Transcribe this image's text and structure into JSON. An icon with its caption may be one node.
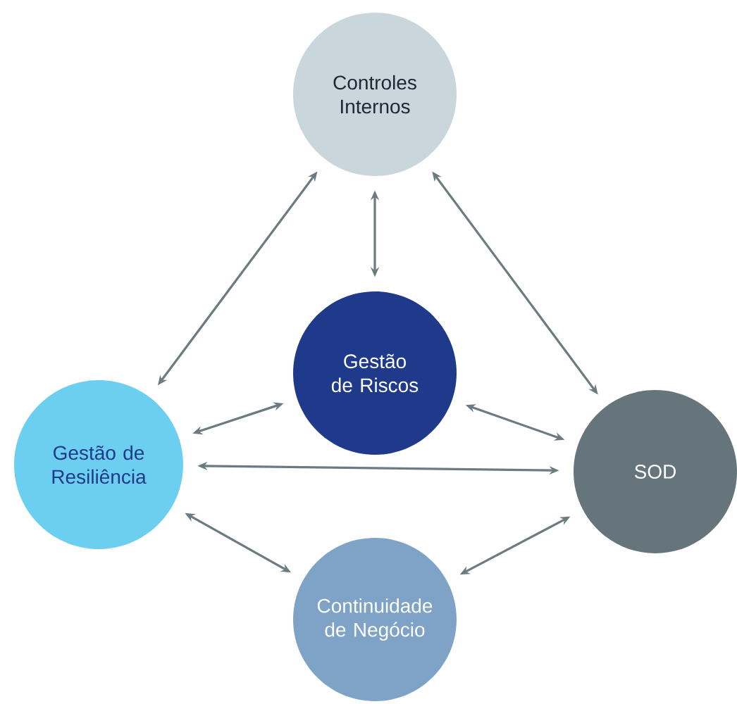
{
  "diagram": {
    "nodes": [
      {
        "text": [
          "Controles Internos"
        ]
      },
      {
        "text": [
          "Gestão de Riscos"
        ]
      },
      {
        "text": [
          "Gestão de Resiliência"
        ]
      },
      {
        "text": [
          "SOD"
        ]
      },
      {
        "text": [
          "Continuidade de Negócio"
        ]
      }
    ],
    "edges": [
      {
        "from": 0,
        "to": 2,
        "arrow": "both"
      },
      {
        "from": 0,
        "to": 3,
        "arrow": "both"
      },
      {
        "from": 0,
        "to": 1,
        "arrow": "both"
      },
      {
        "from": 1,
        "to": 2,
        "arrow": "both"
      },
      {
        "from": 1,
        "to": 3,
        "arrow": "both"
      },
      {
        "from": 2,
        "to": 3,
        "arrow": "both"
      },
      {
        "from": 2,
        "to": 4,
        "arrow": "both"
      },
      {
        "from": 3,
        "to": 4,
        "arrow": "both"
      }
    ]
  }
}
